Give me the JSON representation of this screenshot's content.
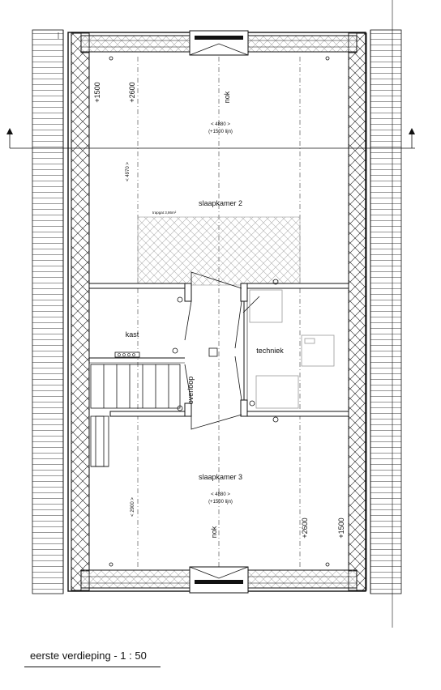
{
  "caption": "eerste verdieping -   1 : 50",
  "rooms": {
    "bedroom2": "slaapkamer 2",
    "bedroom3": "slaapkamer 3",
    "closet": "kast",
    "landing": "overloop",
    "technical": "techniek"
  },
  "dimensions": {
    "top_width": "< 4880 >",
    "top_width_note": "(+1500 lijn)",
    "top_depth": "< 4970 >",
    "bottom_width": "< 4880 >",
    "bottom_width_note": "(+1500 lijn)",
    "bottom_depth": "< 2900 >",
    "ridge_top": "nok",
    "ridge_bottom": "nok",
    "h1500_left": "+1500",
    "h2600_left": "+2600",
    "h2600_right": "+2600",
    "h1500_right": "+1500",
    "hatch_note": "trapgat 3,86m²"
  },
  "colors": {
    "line": "#111111",
    "hatch": "#b0b0b0"
  }
}
